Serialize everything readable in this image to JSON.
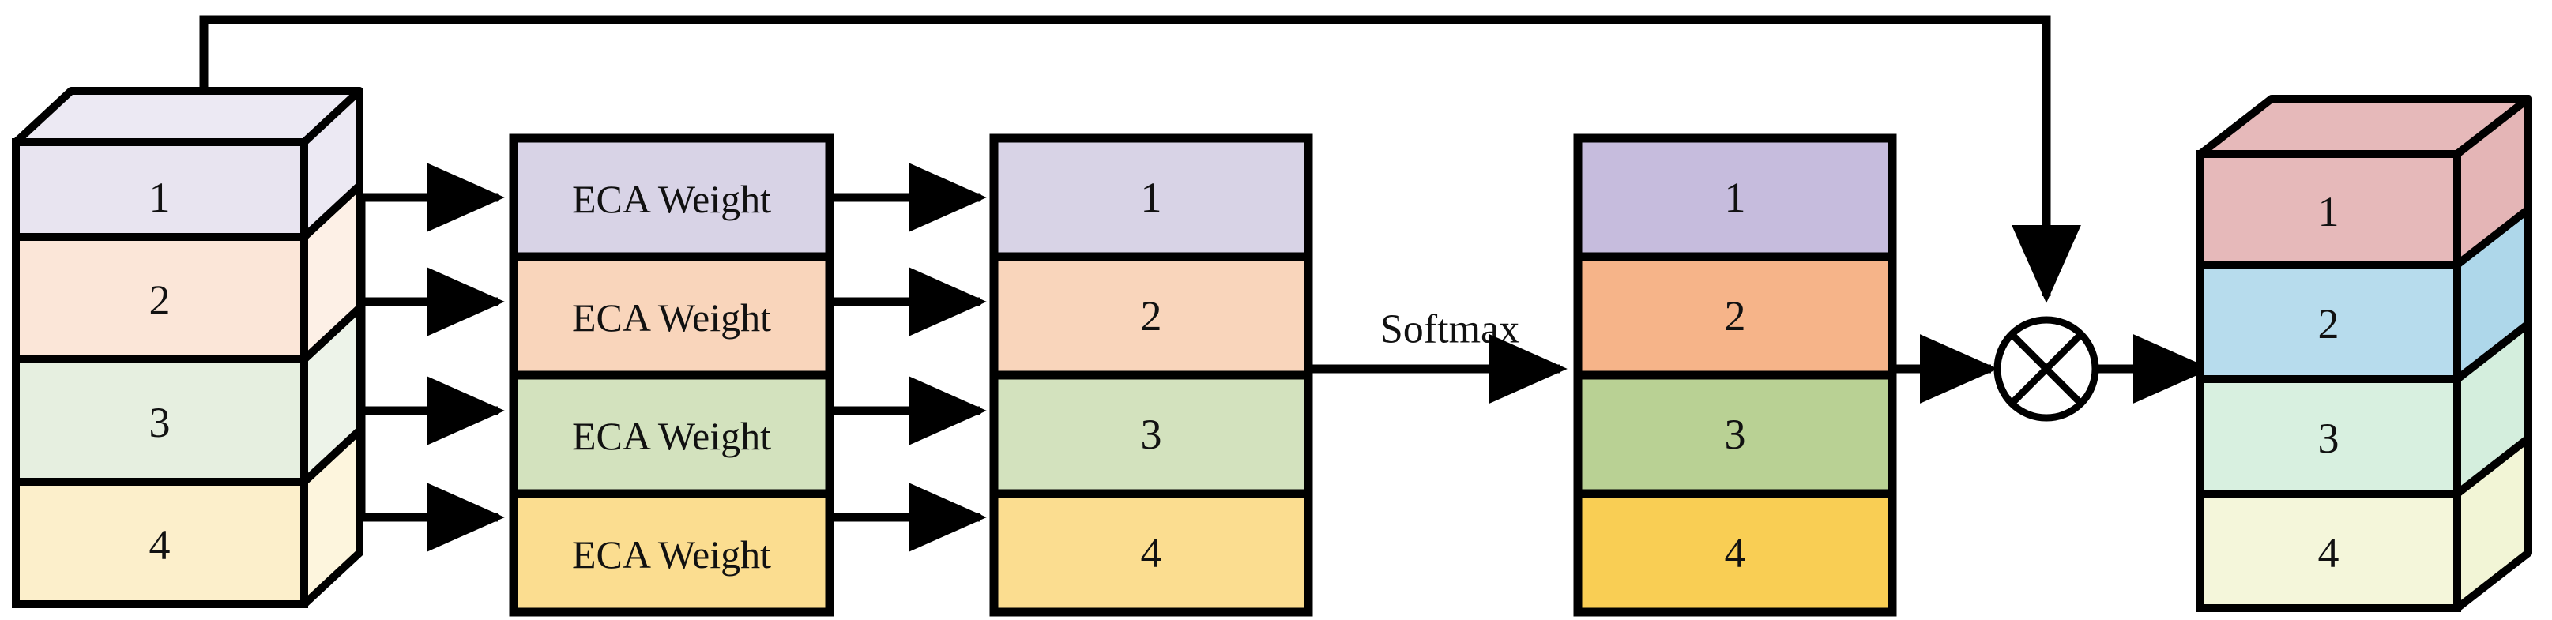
{
  "diagram": {
    "title": "ECA channel attention block diagram",
    "stroke_color": "#000000",
    "background": "#ffffff"
  },
  "input_stack": {
    "name": "input-feature-stack",
    "labels": [
      "1",
      "2",
      "3",
      "4"
    ],
    "face_colors": [
      "#e8e4f0",
      "#fbe6d8",
      "#e6efe0",
      "#fcefcb"
    ],
    "top_colors": [
      "#ece9f3",
      "#fdf0e6",
      "#edf3e9",
      "#fdf5dd"
    ],
    "side_colors": [
      "#ece9f3",
      "#fdf0e6",
      "#edf3e9",
      "#fdf5dd"
    ]
  },
  "eca_column": {
    "name": "eca-weight-column",
    "labels": [
      "ECA Weight",
      "ECA Weight",
      "ECA Weight",
      "ECA Weight"
    ],
    "colors": [
      "#d8d3e6",
      "#f9d5bb",
      "#d3e2be",
      "#fbdd90"
    ]
  },
  "weighted_column": {
    "name": "weighted-feature-column",
    "labels": [
      "1",
      "2",
      "3",
      "4"
    ],
    "colors": [
      "#d8d3e6",
      "#f9d5bb",
      "#d3e2be",
      "#fbdd90"
    ]
  },
  "softmax_column": {
    "name": "softmax-output-column",
    "labels": [
      "1",
      "2",
      "3",
      "4"
    ],
    "colors": [
      "#c6bcdd",
      "#f6b489",
      "#b9d194",
      "#f9ce54"
    ]
  },
  "output_stack": {
    "name": "output-feature-stack",
    "labels": [
      "1",
      "2",
      "3",
      "4"
    ],
    "face_colors": [
      "#e6b9ba",
      "#b7dced",
      "#d8f0e0",
      "#f4f6da"
    ],
    "top_colors": [
      "#e6b9ba",
      "#c3e2ef",
      "#ddf1e5",
      "#f6f8e0"
    ],
    "side_colors": [
      "#e4b5b6",
      "#aed7ea",
      "#d4eedd",
      "#f2f5d6"
    ]
  },
  "operators": {
    "softmax_label": "Softmax",
    "multiply_symbol": "cross-circle-multiply"
  }
}
